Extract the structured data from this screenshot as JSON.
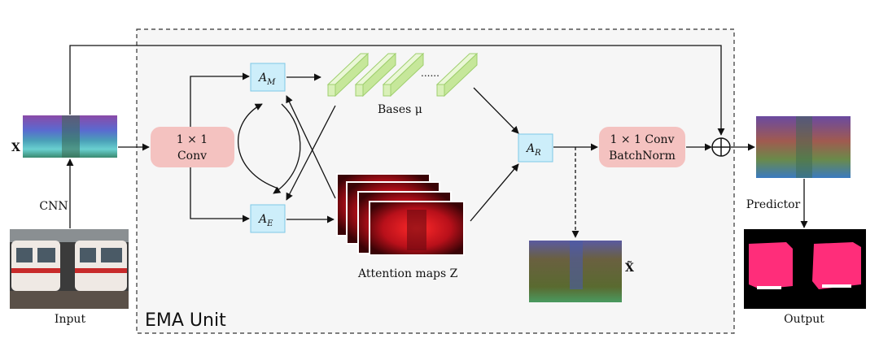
{
  "diagram": {
    "unit_title": "EMA Unit",
    "labels": {
      "x": "X",
      "cnn": "CNN",
      "input": "Input",
      "conv_line1": "1 × 1",
      "conv_line2": "Conv",
      "am_main": "A",
      "am_sub": "M",
      "ae_main": "A",
      "ae_sub": "E",
      "ar_main": "A",
      "ar_sub": "R",
      "bases": "Bases μ",
      "dots": "......",
      "attention": "Attention maps Z",
      "conv_bn_line1": "1 × 1 Conv",
      "conv_bn_line2": "BatchNorm",
      "x_tilde": "X̃",
      "predictor": "Predictor",
      "output": "Output",
      "oplus": "⊕"
    },
    "colors": {
      "conv_box": "#f4c2c0",
      "a_box": "#cdeefa",
      "a_box_border": "#7fc8e6",
      "bases_face": "#d9f0b8",
      "bases_edge": "#9fcf6e",
      "attention_red": "#e0141e",
      "mask_pink": "#ff2d7a",
      "frame_bg": "#f6f6f6"
    }
  }
}
